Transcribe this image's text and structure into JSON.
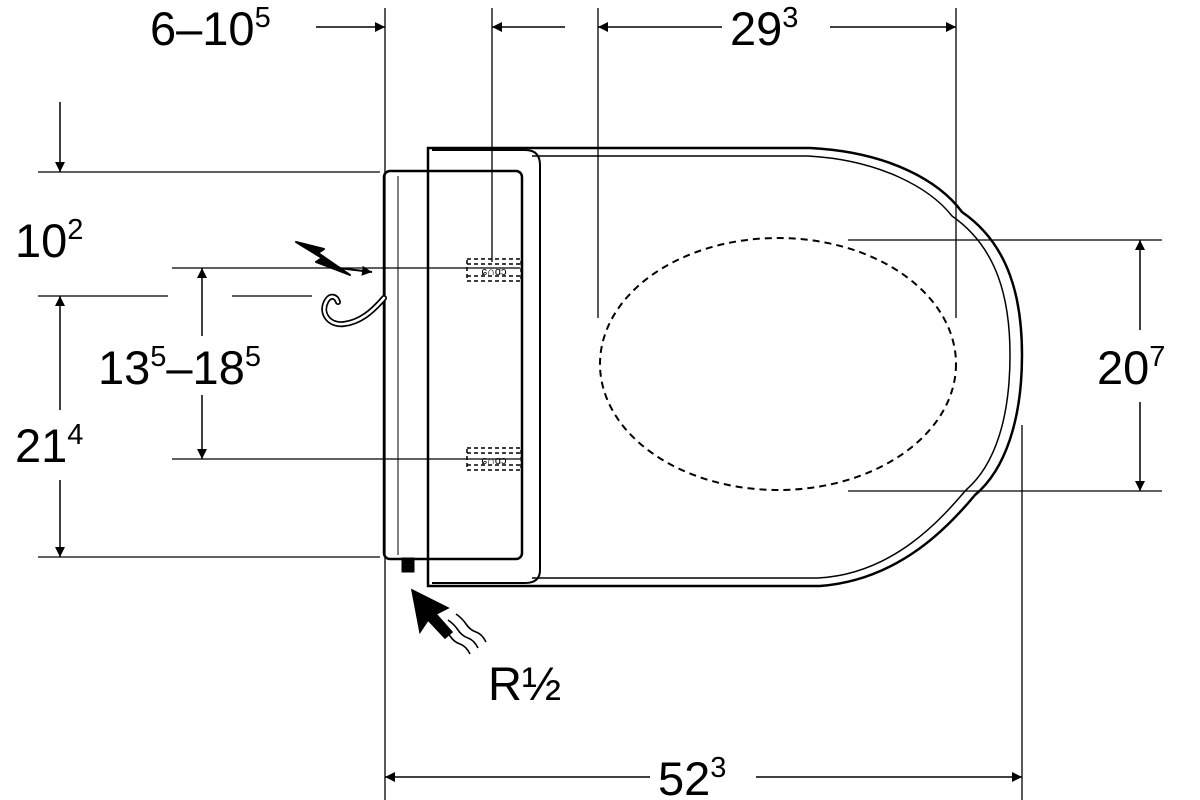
{
  "dimensions": {
    "setback": {
      "base": "6–10",
      "exp": "5"
    },
    "seat_offset": {
      "base": "29",
      "exp": "3"
    },
    "top_offset": {
      "base": "10",
      "exp": "2"
    },
    "fixing_range": {
      "base_a": "13",
      "exp_a": "5",
      "sep": "–18",
      "exp_b": "5"
    },
    "fixing_height": {
      "base": "21",
      "exp": "4"
    },
    "seat_width": {
      "base": "20",
      "exp": "7"
    },
    "total_length": {
      "base": "52",
      "exp": "3"
    }
  },
  "connection": {
    "label": "R½"
  },
  "icons": [
    "electrical-connection-icon",
    "water-supply-icon"
  ],
  "colors": {
    "line": "#000000",
    "background": "#ffffff"
  }
}
